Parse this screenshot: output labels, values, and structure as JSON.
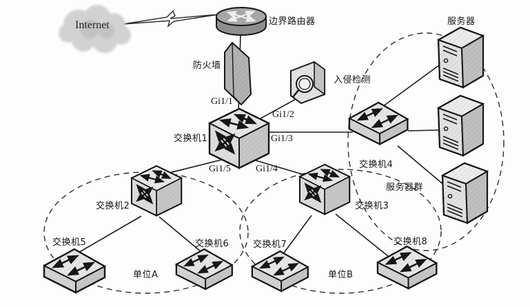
{
  "diagram": {
    "kind": "network-topology",
    "background_color": "#fdfdfd",
    "line_color": "#1c1c1c",
    "device_fill_light": "#e3e3e3",
    "device_fill_mid": "#cfcfcf",
    "device_fill_dark": "#9a9a9a"
  },
  "labels": {
    "internet": "Internet",
    "border_router": "边界路由器",
    "firewall": "防火墙",
    "intrusion_detection": "入侵检测",
    "switch1": "交换机1",
    "switch2": "交换机2",
    "switch3": "交换机3",
    "switch4": "交换机4",
    "switch5": "交换机5",
    "switch6": "交换机6",
    "switch7": "交换机7",
    "switch8": "交换机8",
    "server": "服务器",
    "server_cluster": "服务器群",
    "unit_a": "单位A",
    "unit_b": "单位B",
    "port_gi1_1": "Gi1/1",
    "port_gi1_2": "Gi1/2",
    "port_gi1_3": "Gi1/3",
    "port_gi1_4": "Gi1/4",
    "port_gi1_5": "Gi1/5"
  },
  "connections": [
    {
      "from": "Internet",
      "to": "边界路由器",
      "link": "wan-lightning"
    },
    {
      "from": "边界路由器",
      "to": "防火墙"
    },
    {
      "from": "防火墙",
      "to": "交换机1",
      "port": "Gi1/1"
    },
    {
      "from": "入侵检测",
      "to": "交换机1",
      "port": "Gi1/2"
    },
    {
      "from": "交换机1",
      "to": "交换机4",
      "port": "Gi1/3"
    },
    {
      "from": "交换机1",
      "to": "交换机2",
      "port": "Gi1/5"
    },
    {
      "from": "交换机1",
      "to": "交换机3",
      "port": "Gi1/4"
    },
    {
      "from": "交换机4",
      "to": "服务器-1"
    },
    {
      "from": "交换机4",
      "to": "服务器-2"
    },
    {
      "from": "交换机4",
      "to": "服务器-3"
    },
    {
      "from": "交换机2",
      "to": "交换机5"
    },
    {
      "from": "交换机2",
      "to": "交换机6"
    },
    {
      "from": "交换机3",
      "to": "交换机7"
    },
    {
      "from": "交换机3",
      "to": "交换机8"
    }
  ],
  "groups": [
    {
      "name": "单位A",
      "members": [
        "交换机2",
        "交换机5",
        "交换机6"
      ]
    },
    {
      "name": "单位B",
      "members": [
        "交换机3",
        "交换机7",
        "交换机8"
      ]
    },
    {
      "name": "服务器群",
      "members": [
        "交换机4",
        "服务器-1",
        "服务器-2",
        "服务器-3"
      ]
    }
  ]
}
